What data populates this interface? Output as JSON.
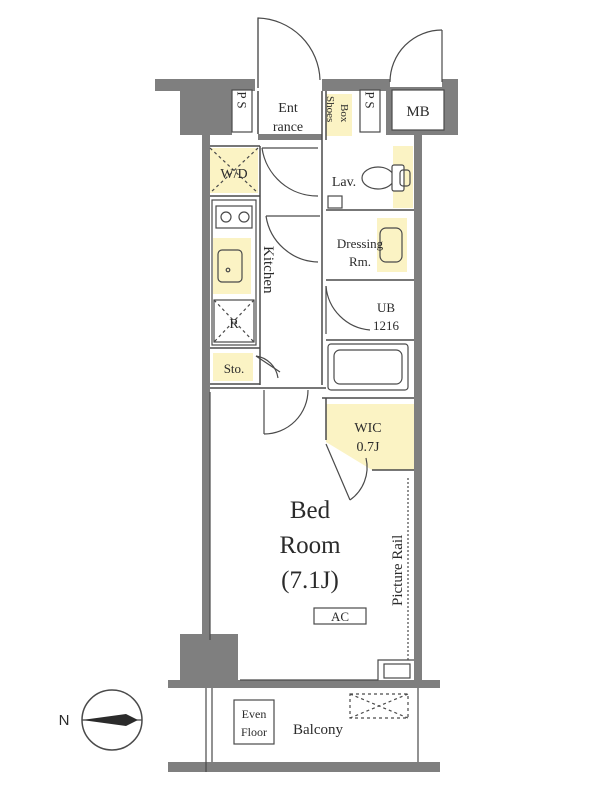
{
  "colors": {
    "wall": "#7f7f7f",
    "wall_dark": "#6e6e6e",
    "line": "#4a4a4a",
    "highlight": "#fbf3c4",
    "background": "#ffffff"
  },
  "labels": {
    "ps_left": "P S",
    "entrance_line1": "Ent",
    "entrance_line2": "rance",
    "shoes_box_line1": "Shoes",
    "shoes_box_line2": "Box",
    "ps_right": "P S",
    "mb": "MB",
    "wd": "W/D",
    "lav": "Lav.",
    "kitchen": "Kitchen",
    "dressing_line1": "Dressing",
    "dressing_line2": "Rm.",
    "r": "R",
    "ub_line1": "UB",
    "ub_line2": "1216",
    "sto": "Sto.",
    "wic_line1": "WIC",
    "wic_line2": "0.7J",
    "bedroom_line1": "Bed",
    "bedroom_line2": "Room",
    "bedroom_line3": "(7.1J)",
    "picture_rail": "Picture Rail",
    "ac": "AC",
    "even_floor_line1": "Even",
    "even_floor_line2": "Floor",
    "balcony": "Balcony",
    "north": "N"
  },
  "icons": [
    "compass-rose-icon",
    "door-swing-icon",
    "stove-burner-icon",
    "sink-icon",
    "toilet-icon",
    "bathtub-icon"
  ]
}
